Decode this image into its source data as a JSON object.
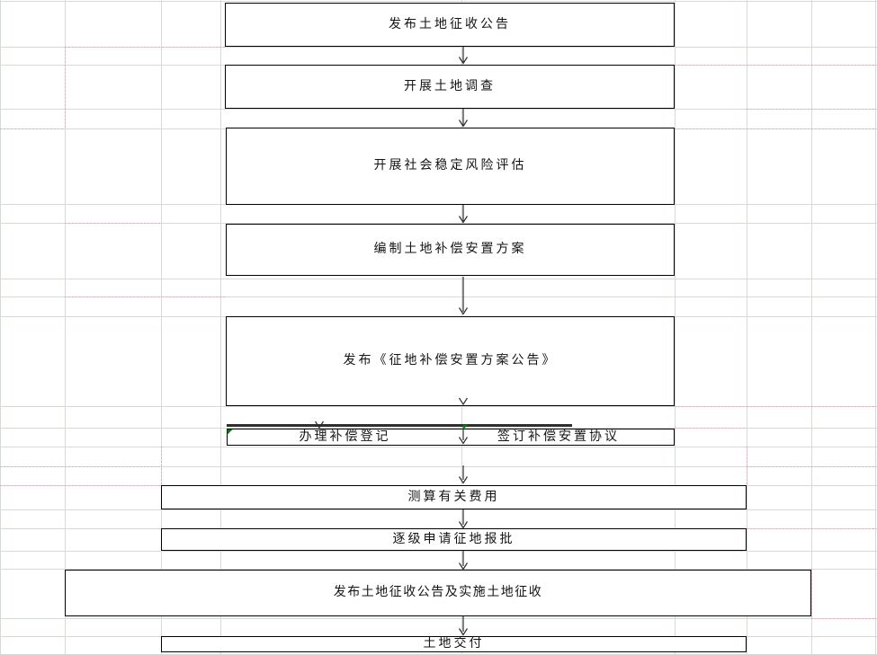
{
  "app": {
    "surface": "spreadsheet-canvas",
    "background_color": "#ffffff"
  },
  "colors": {
    "box_border": "#000000",
    "box_fill": "#ffffff",
    "gridline": "#d4dbd4",
    "page_break_dash": "#e2a9c9",
    "arrow": "#2e2e2e",
    "error_indicator": "#067a06",
    "text": "#141414"
  },
  "flowchart": {
    "steps": [
      {
        "label": "发布土地征收公告"
      },
      {
        "label": "开展土地调查"
      },
      {
        "label": "开展社会稳定风险评估"
      },
      {
        "label": "编制土地补偿安置方案"
      },
      {
        "label": "发布《征地补偿安置方案公告》"
      },
      {
        "label": "办理补偿登记"
      },
      {
        "label": "签订补偿安置协议"
      },
      {
        "label": "测算有关费用"
      },
      {
        "label": "逐级申请征地报批"
      },
      {
        "label": "发布土地征收公告及实施土地征收"
      },
      {
        "label": "土地交付"
      }
    ]
  }
}
